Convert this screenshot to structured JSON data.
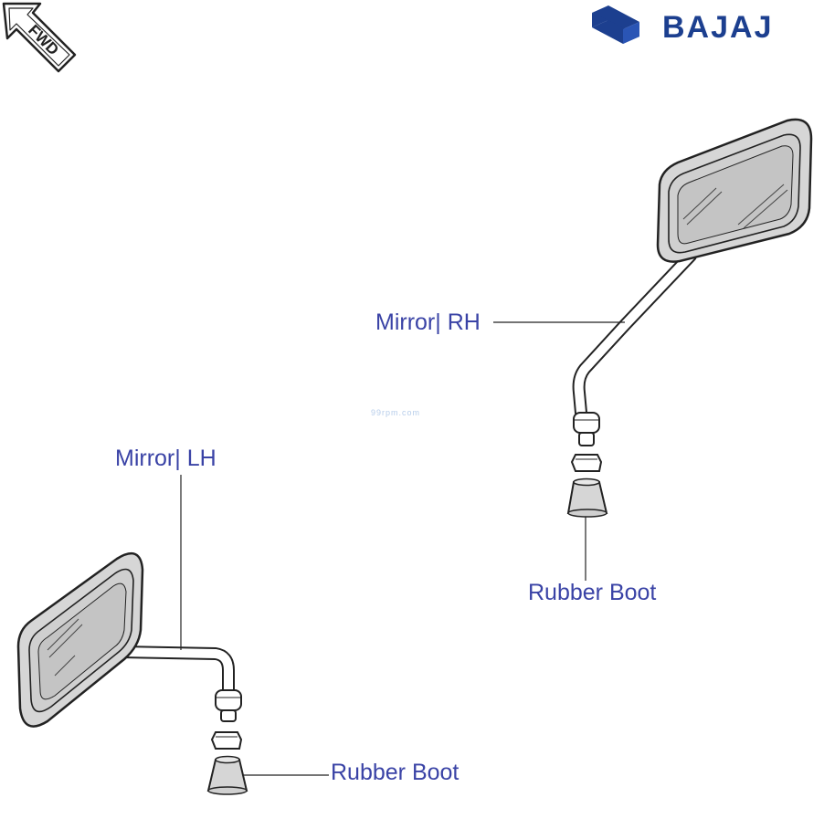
{
  "brand": {
    "name": "BAJAJ",
    "color": "#1c3f8f"
  },
  "orientation": {
    "text": "FWD",
    "icon": "forward-arrow-icon"
  },
  "watermark": {
    "text": "99rpm.com",
    "color": "#7aa3d9"
  },
  "label_color": "#3a43a6",
  "parts": {
    "mirror_rh": "Mirror| RH",
    "mirror_lh": "Mirror| LH",
    "rubber_boot_rh": "Rubber Boot",
    "rubber_boot_lh": "Rubber Boot"
  }
}
